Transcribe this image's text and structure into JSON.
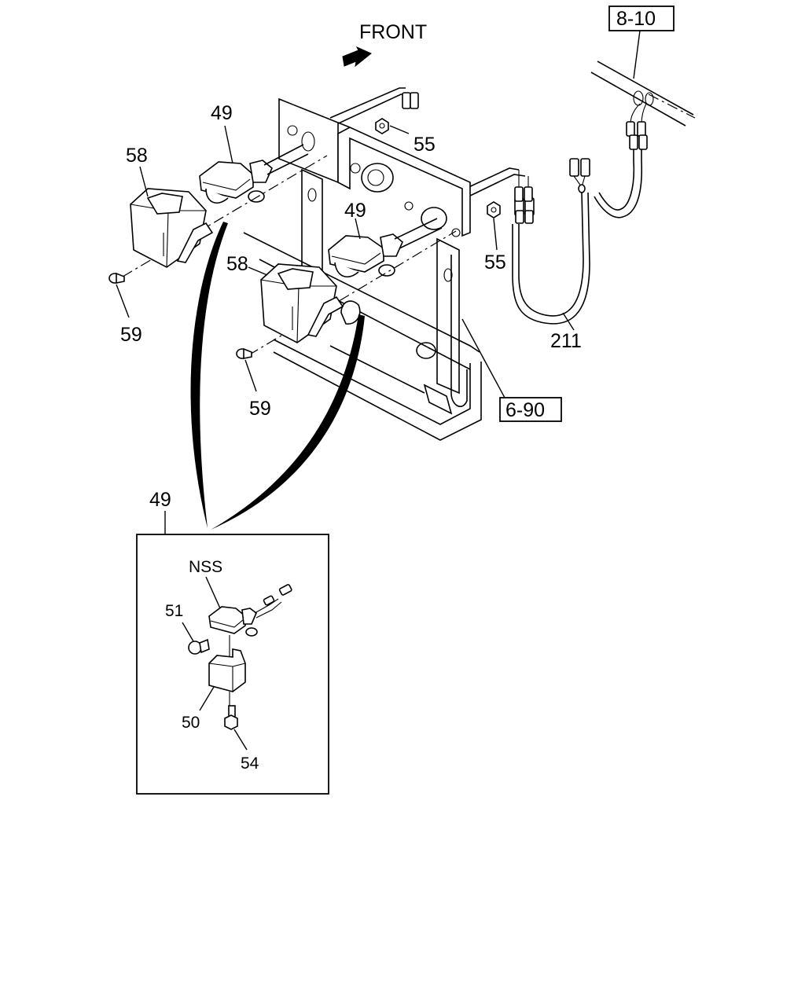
{
  "header": {
    "direction_label": "FRONT"
  },
  "references": {
    "ref_top": "8-10",
    "ref_right": "6-90"
  },
  "parts": {
    "lamp_upper": "49",
    "lamp_lower": "49",
    "lamp_detail": "49",
    "cover_upper": "58",
    "cover_lower": "58",
    "screw_upper": "59",
    "screw_lower": "59",
    "nut_upper": "55",
    "nut_lower": "55",
    "harness": "211"
  },
  "detail": {
    "nss_label": "NSS",
    "bulb": "51",
    "lens": "50",
    "bolt": "54"
  }
}
